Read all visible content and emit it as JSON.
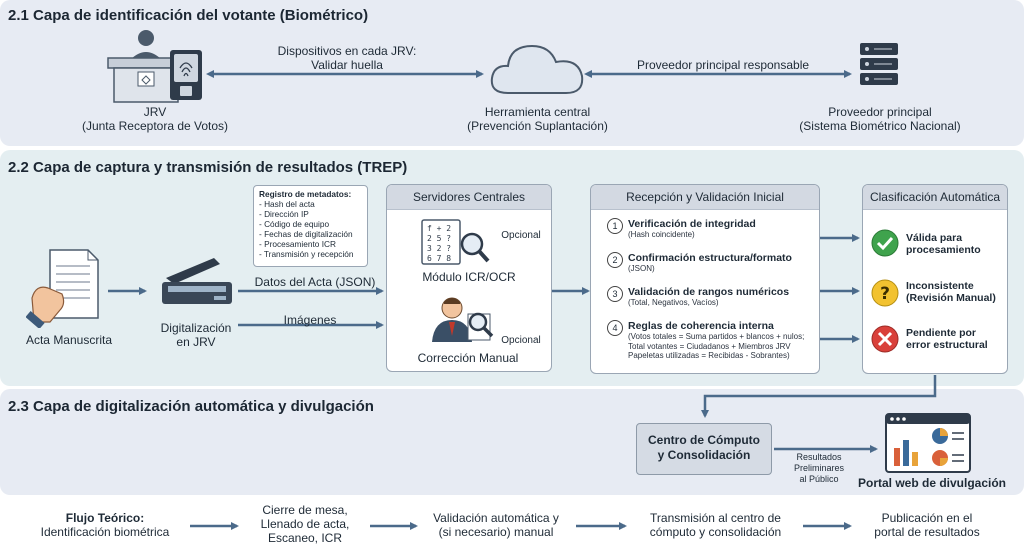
{
  "sections": {
    "s1": "2.1 Capa de identificación del votante (Biométrico)",
    "s2": "2.2 Capa de captura y transmisión de resultados (TREP)",
    "s3": "2.3 Capa de digitalización automática y divulgación"
  },
  "layer1": {
    "jrv_line1": "JRV",
    "jrv_line2": "(Junta Receptora de Votos)",
    "devices_line1": "Dispositivos en cada JRV:",
    "devices_line2": "Validar huella",
    "tool_line1": "Herramienta central",
    "tool_line2": "(Prevención Suplantación)",
    "provider_link": "Proveedor principal responsable",
    "provider_line1": "Proveedor principal",
    "provider_line2": "(Sistema Biométrico Nacional)"
  },
  "layer2": {
    "acta": "Acta Manuscrita",
    "digit_line1": "Digitalización",
    "digit_line2": "en JRV",
    "data_json": "Datos del Acta (JSON)",
    "images": "Imágenes",
    "meta_title": "Registro de metadatos:",
    "meta_items": [
      "- Hash del acta",
      "- Dirección IP",
      "- Código de equipo",
      "- Fechas de digitalización",
      "- Procesamiento ICR",
      "- Transmisión y recepción"
    ],
    "servers_title": "Servidores Centrales",
    "icr": "Módulo ICR/OCR",
    "manual": "Corrección Manual",
    "optional1": "Opcional",
    "optional2": "Opcional",
    "icr_doc": "f + 2\n2 5 ?\n3 2 ?\n6 7 8",
    "reception_title": "Recepción y Validación Inicial",
    "steps": [
      {
        "n": "1",
        "t": "Verificación de integridad",
        "s": [
          "(Hash coincidente)"
        ]
      },
      {
        "n": "2",
        "t": "Confirmación estructura/formato",
        "s": [
          "(JSON)"
        ]
      },
      {
        "n": "3",
        "t": "Validación de rangos numéricos",
        "s": [
          "(Total, Negativos, Vacíos)"
        ]
      },
      {
        "n": "4",
        "t": "Reglas de coherencia interna",
        "s": [
          "(Votos totales = Suma partidos + blancos + nulos;",
          "Total votantes = Ciudadanos + Miembros JRV",
          "Papeletas utilizadas = Recibidas - Sobrantes)"
        ]
      }
    ],
    "class_title": "Clasificación Automática",
    "class_items": [
      {
        "line1": "Válida para",
        "line2": "procesamiento",
        "color": "#3fa34d",
        "icon": "✓"
      },
      {
        "line1": "Inconsistente",
        "line2": "(Revisión Manual)",
        "color": "#f2c230",
        "icon": "?"
      },
      {
        "line1": "Pendiente por",
        "line2": "error estructural",
        "color": "#d9403a",
        "icon": "✕"
      }
    ]
  },
  "layer3": {
    "cc_line1": "Centro de Cómputo",
    "cc_line2": "y Consolidación",
    "res_line1": "Resultados",
    "res_line2": "Preliminares",
    "res_line3": "al Público",
    "portal": "Portal web de divulgación"
  },
  "flow": {
    "f1_line1": "Flujo Teórico:",
    "f1_line2": "Identificación biométrica",
    "f2_line1": "Cierre de mesa,",
    "f2_line2": "Llenado de acta,",
    "f2_line3": "Escaneo, ICR",
    "f3_line1": "Validación automática y",
    "f3_line2": "(si necesario) manual",
    "f4_line1": "Transmisión al centro de",
    "f4_line2": "cómputo y consolidación",
    "f5_line1": "Publicación en el",
    "f5_line2": "portal de resultados"
  },
  "colors": {
    "arrow": "#4b6a8a",
    "red_arrow": "#c0392b",
    "icon_dark": "#2f3b4a"
  }
}
